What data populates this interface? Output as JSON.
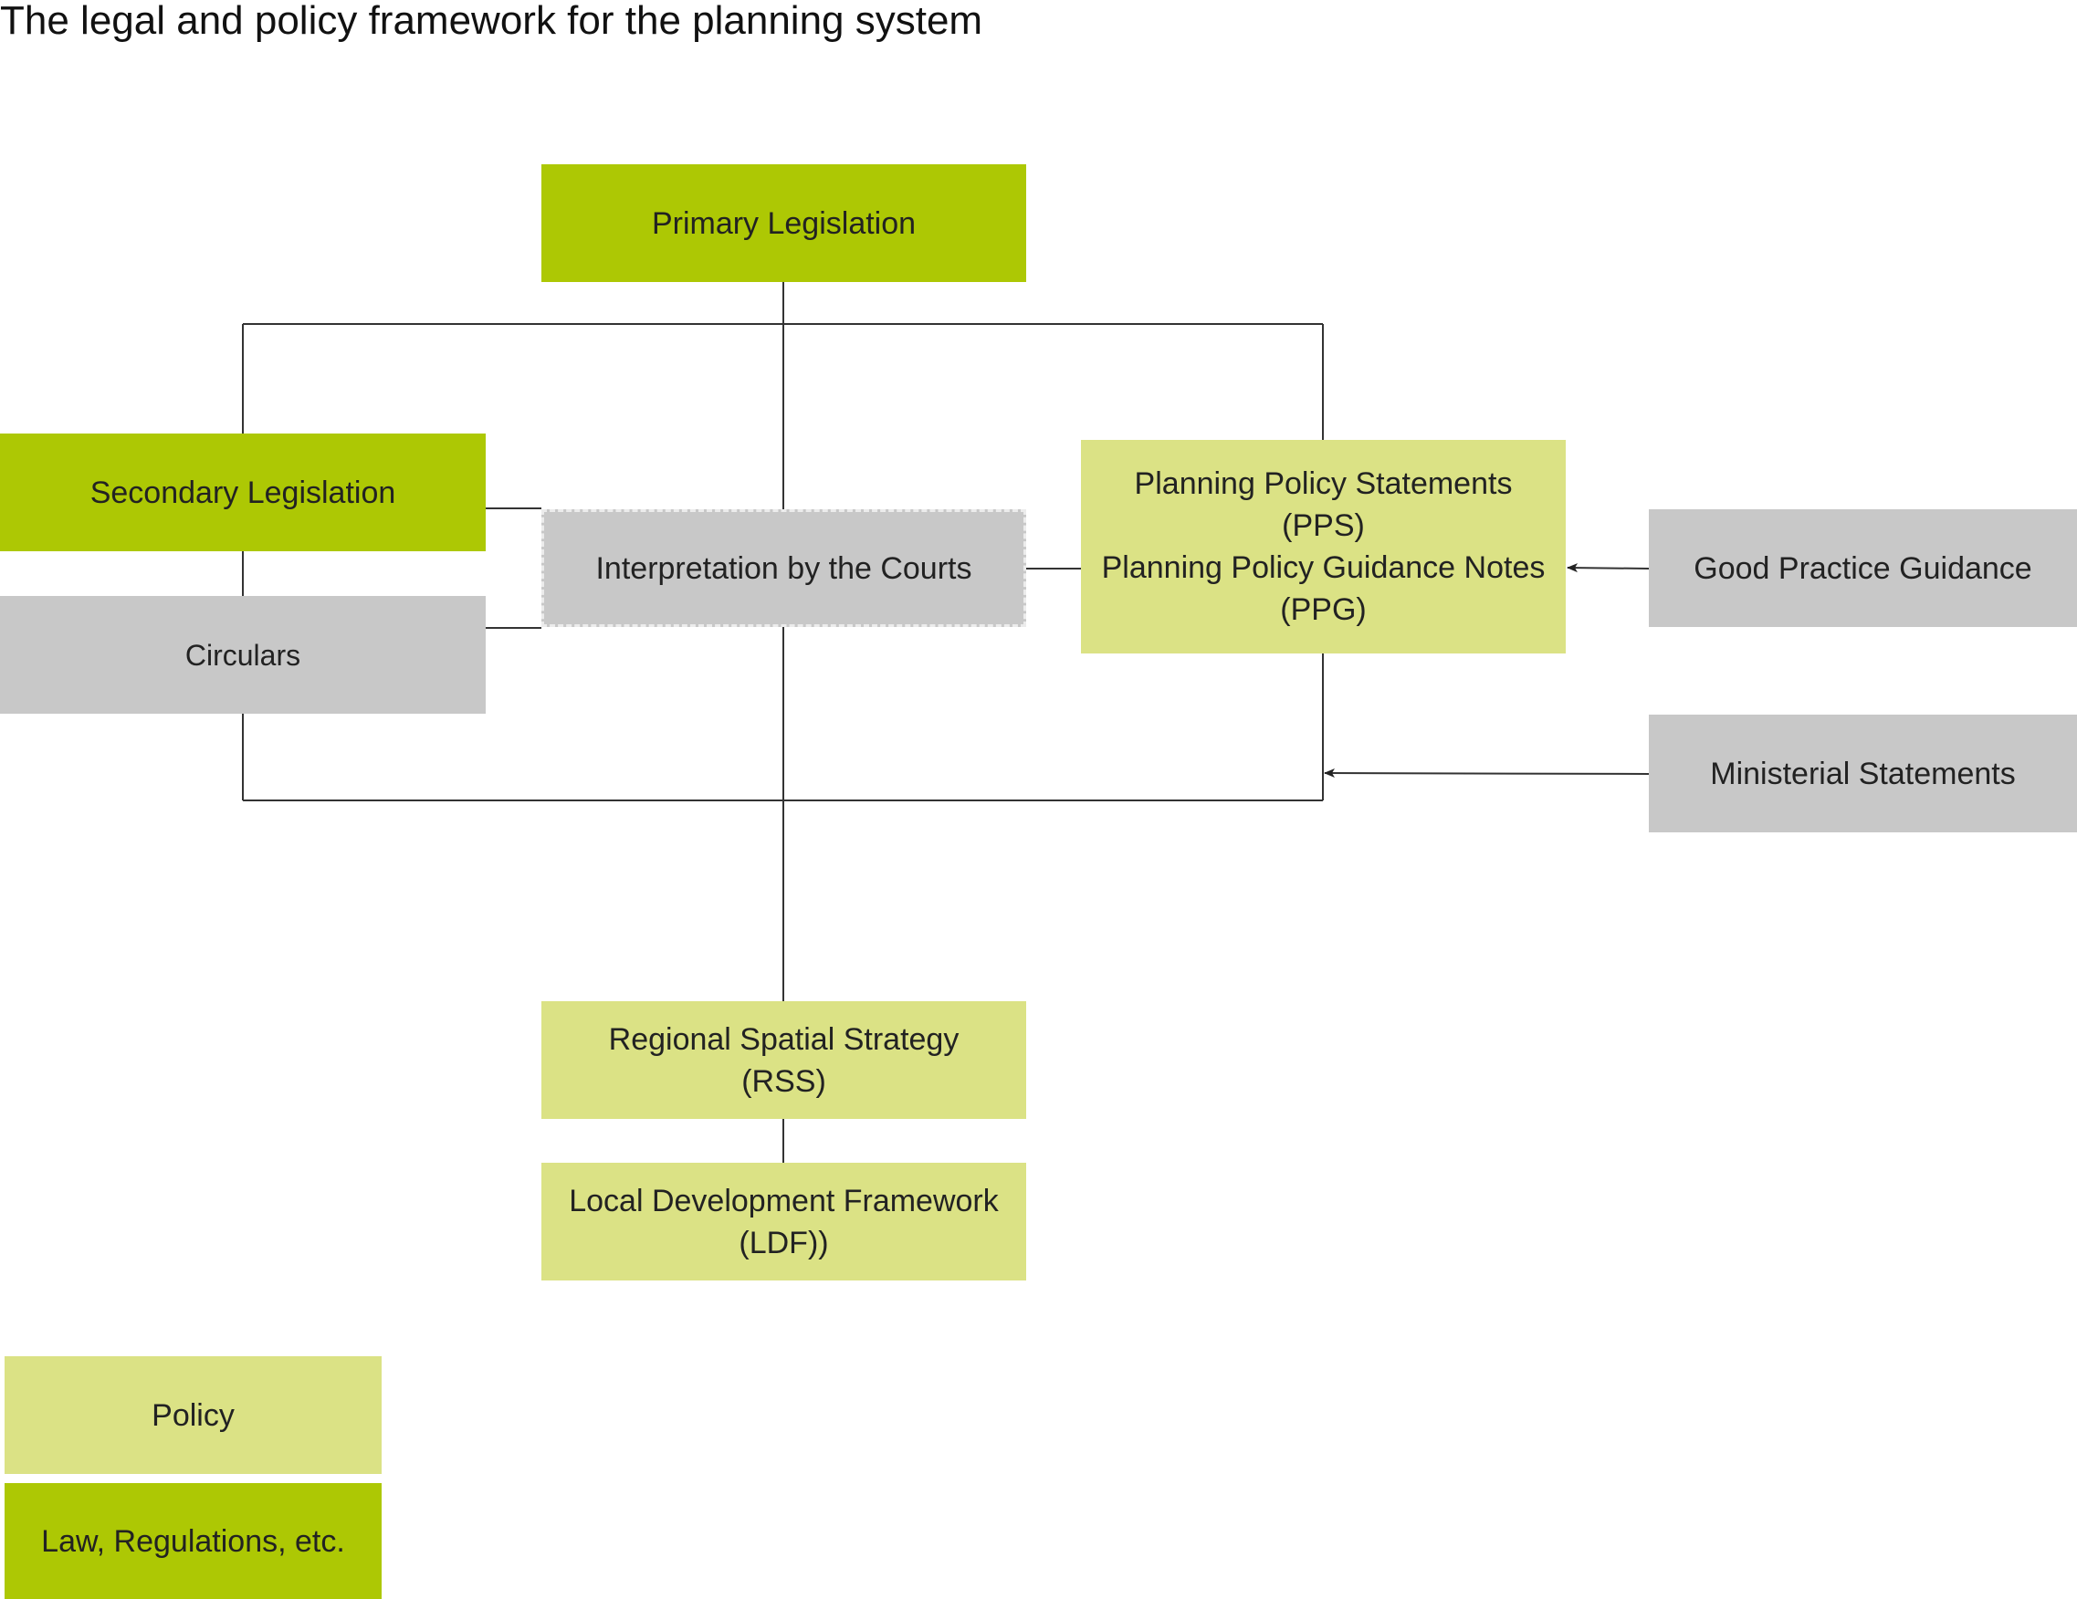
{
  "title": "The legal and policy framework for the planning system",
  "colors": {
    "law": "#adc804",
    "policy": "#dbe285",
    "other": "#c8c8c8",
    "line": "#333333"
  },
  "nodes": {
    "primary": {
      "line1": "Primary Legislation"
    },
    "secondary": {
      "line1": "Secondary Legislation"
    },
    "circulars": {
      "line1": "Circulars"
    },
    "courts": {
      "line1": "Interpretation by the Courts"
    },
    "pps": {
      "line1": "Planning Policy Statements",
      "line2": "(PPS)",
      "line3": "Planning Policy Guidance Notes",
      "line4": "(PPG)"
    },
    "good_practice": {
      "line1": "Good Practice Guidance"
    },
    "ministerial": {
      "line1": "Ministerial Statements"
    },
    "rss": {
      "line1": "Regional Spatial Strategy",
      "line2": "(RSS)"
    },
    "ldf": {
      "line1": "Local Development Framework",
      "line2": "(LDF))"
    }
  },
  "legend": {
    "policy": "Policy",
    "law": "Law, Regulations, etc."
  }
}
